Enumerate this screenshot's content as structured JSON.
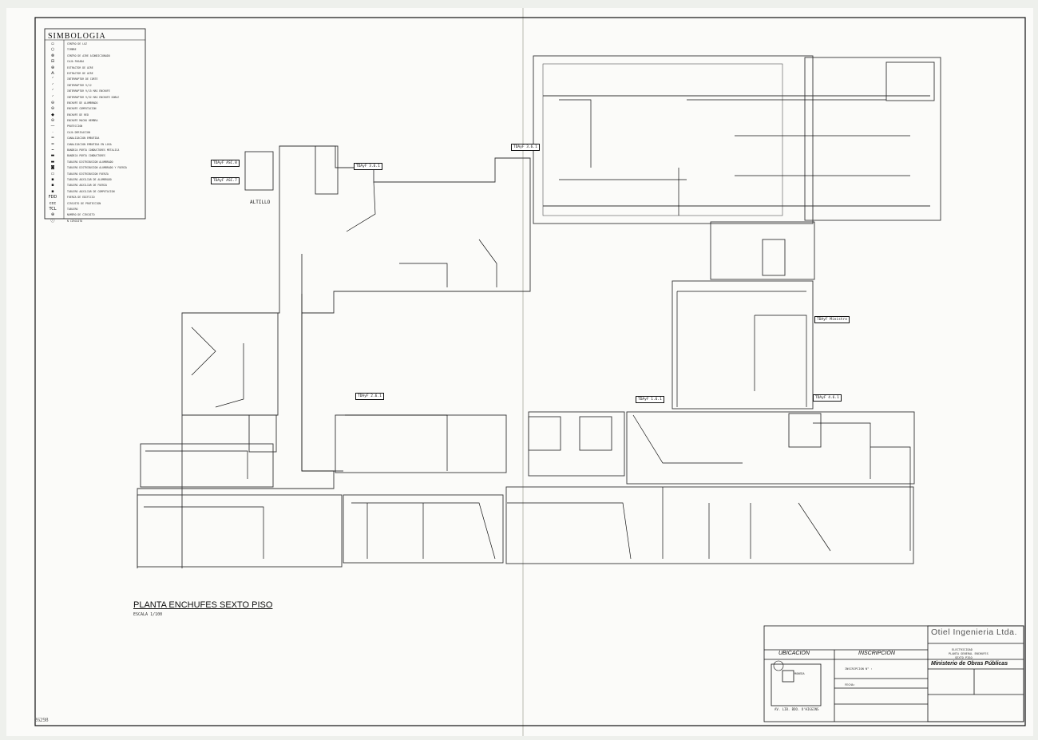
{
  "legend": {
    "title": "SIMBOLOGIA",
    "items": [
      {
        "symbol": "▫",
        "text": "CENTRO DE LUZ"
      },
      {
        "symbol": "○",
        "text": "TIMBRE"
      },
      {
        "symbol": "⊗",
        "text": "CENTRO DE AIRE ACONDICIONADO"
      },
      {
        "symbol": "⊟",
        "text": "CAJA PASADA"
      },
      {
        "symbol": "⊕",
        "text": "EXTRACTOR DE AIRE"
      },
      {
        "symbol": "ᗑ",
        "text": "EXTRACTOR DE AIRE"
      },
      {
        "symbol": "ᐟ",
        "text": "INTERRUPTOR DE CORTE"
      },
      {
        "symbol": "ᐟ",
        "text": "INTERRUPTOR 9/12"
      },
      {
        "symbol": "ᐟ",
        "text": "INTERRUPTOR 9/15 MAS ENCHUFE"
      },
      {
        "symbol": "ᐟ",
        "text": "INTERRUPTOR 9/32 MAS ENCHUFE DOBLE"
      },
      {
        "symbol": "⊖",
        "text": "ENCHUFE DE ALUMBRADO"
      },
      {
        "symbol": "⊖",
        "text": "ENCHUFE COMPUTACION"
      },
      {
        "symbol": "◆",
        "text": "ENCHUFE DE RED"
      },
      {
        "symbol": "⊖",
        "text": "ENCHUFE MACHO HEMBRA"
      },
      {
        "symbol": "—",
        "text": "PROTECCION"
      },
      {
        "symbol": "·",
        "text": "CAJA DERIVACION"
      },
      {
        "symbol": "═",
        "text": "CANALIZACION EMBUTIDA"
      },
      {
        "symbol": "═",
        "text": "CANALIZACION EMBUTIDA EN LOSA"
      },
      {
        "symbol": "┅",
        "text": "BANDEJA PORTA CONDUCTORES METALICA"
      },
      {
        "symbol": "▬",
        "text": "BANDEJA PORTA CONDUCTORES"
      },
      {
        "symbol": "▬",
        "text": "TABLERO DISTRIBUCION ALUMBRADO"
      },
      {
        "symbol": "◙",
        "text": "TABLERO DISTRIBUCION ALUMBRADO Y FUERZA"
      },
      {
        "symbol": "▭",
        "text": "TABLERO DISTRIBUCION FUERZA"
      },
      {
        "symbol": "▪",
        "text": "TABLERO AUXILIAR DE ALUMBRADO"
      },
      {
        "symbol": "▪",
        "text": "TABLERO AUXILIAR DE FUERZA"
      },
      {
        "symbol": "▪",
        "text": "TABLERO AUXILIAR DE COMPUTACION"
      },
      {
        "symbol": "FDD",
        "text": "FUERZA DE EDIFICIO"
      },
      {
        "symbol": "ccc",
        "text": "CIRCUITO DE PROTECCION"
      },
      {
        "symbol": "TCL",
        "text": "TABLERO"
      },
      {
        "symbol": "⊕",
        "text": "NUMERO DE CIRCUITO"
      },
      {
        "symbol": "ⓘ",
        "text": "N CIRCUITO"
      }
    ]
  },
  "plan": {
    "title": "PLANTA ENCHUFES SEXTO PISO",
    "scale": "ESCALA 1/100",
    "altillo_label": "ALTILLO"
  },
  "panels": [
    {
      "label": "TDAyF ASC.8"
    },
    {
      "label": "TDAyF ASC.7"
    },
    {
      "label": "TDAyF 3.6.1"
    },
    {
      "label": "TDAyF 3.6.1"
    },
    {
      "label": "TDAyF 2.6.1"
    },
    {
      "label": "TDAyF 1.6.1"
    },
    {
      "label": "TDAyF 4.6.1"
    },
    {
      "label": "TDAyF Ministro"
    }
  ],
  "title_block": {
    "company": "Otiel Ingenieria Ltda.",
    "ubicacion_header": "UBICACION",
    "inscripcion_header": "INSCRIPCION",
    "project_lines": [
      "ELECTRICIDAD",
      "PLANTA GENERAL ENCHUFES",
      "SEXTO PISO"
    ],
    "client": "Ministerio de Obras Públicas",
    "location_street": "AV. LIB. BDO. O'HIGGINS",
    "location_street2": "MONEDA",
    "inscription_line1": "INSCRIPCION N° :",
    "inscription_line2": "FECHA:"
  },
  "stamp": "26298"
}
